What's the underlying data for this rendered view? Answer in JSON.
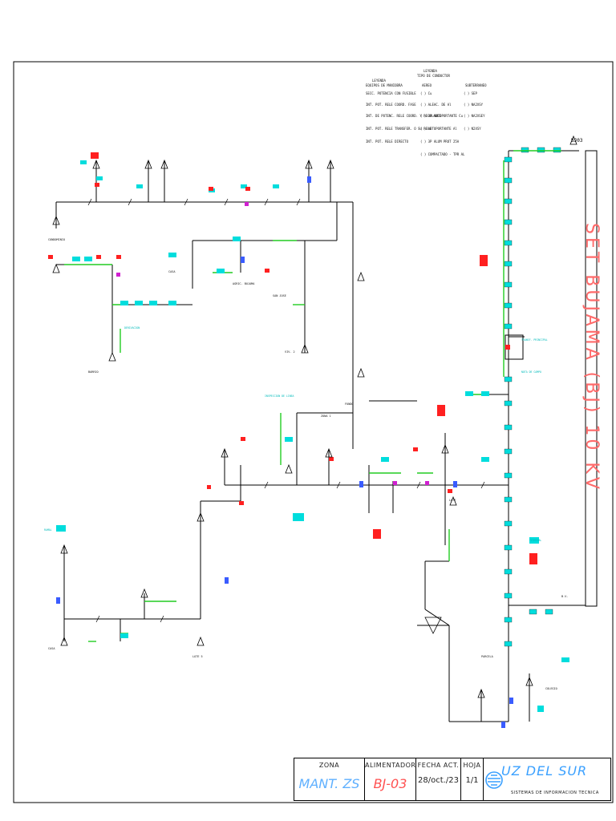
{
  "title_block": {
    "zona_label": "ZONA",
    "zona_value": "MANT. ZS",
    "alimentador_label": "ALIMENTADOR",
    "alimentador_value": "BJ-03",
    "fecha_label": "FECHA ACT.",
    "fecha_value": "28/oct./23",
    "hoja_label": "HOJA",
    "hoja_value": "1/1",
    "logo_text": "UZ DEL SUR",
    "logo_subtitle": "SISTEMAS DE INFORMACION TECNICA"
  },
  "substation_label": "SET BUJAMA (BJ) 10 KV",
  "legend": {
    "title1": "LEYENDA",
    "title2": "TIPO DE CONDUCTOR",
    "col1_head": "LEYENDA",
    "col1_sub": "EQUIPOS DE MANIOBRA",
    "col2_head": "AEREO",
    "col3_head": "SUBTERRANEO",
    "rows": [
      {
        "equipo": "SECC. POTENCIA CON FUSIBLE",
        "aereo": "( ) Cu",
        "subt": "( ) SEP"
      },
      {
        "equipo": "INT. POT. RELE COORD. FASE",
        "aereo": "( ) ALEAC. DE Al",
        "subt": "( ) NA2XSY"
      },
      {
        "equipo": "INT. DE POTENC. RELE COORD. Y REGULABLE",
        "aereo": "( ) 3P AUTOPORTANTE Cu",
        "subt": "( ) NA2XSEY"
      },
      {
        "equipo": "INT. POT. RELE TRANSFER. O SU RELE",
        "aereo": "( ) AUTOPORTANTE Al",
        "subt": "( ) N2XSY"
      },
      {
        "equipo": "INT. POT. RELE DIRECTO",
        "aereo": "( ) 3P ALUM PROT 25A",
        "subt": ""
      },
      {
        "equipo": "",
        "aereo": "( ) COMPACTADO - TPR AL",
        "subt": ""
      }
    ]
  },
  "source_node": "BJ03",
  "colors": {
    "line": "#000000",
    "green": "#22cc22",
    "cyan": "#00dddd",
    "red": "#ff2020",
    "blue": "#3a5cff",
    "magenta": "#d020d0",
    "substation_text": "#ff6a6a",
    "logo": "#3aa0ff",
    "title_value": "#5fb0ff",
    "title_alim": "#ff5050"
  }
}
